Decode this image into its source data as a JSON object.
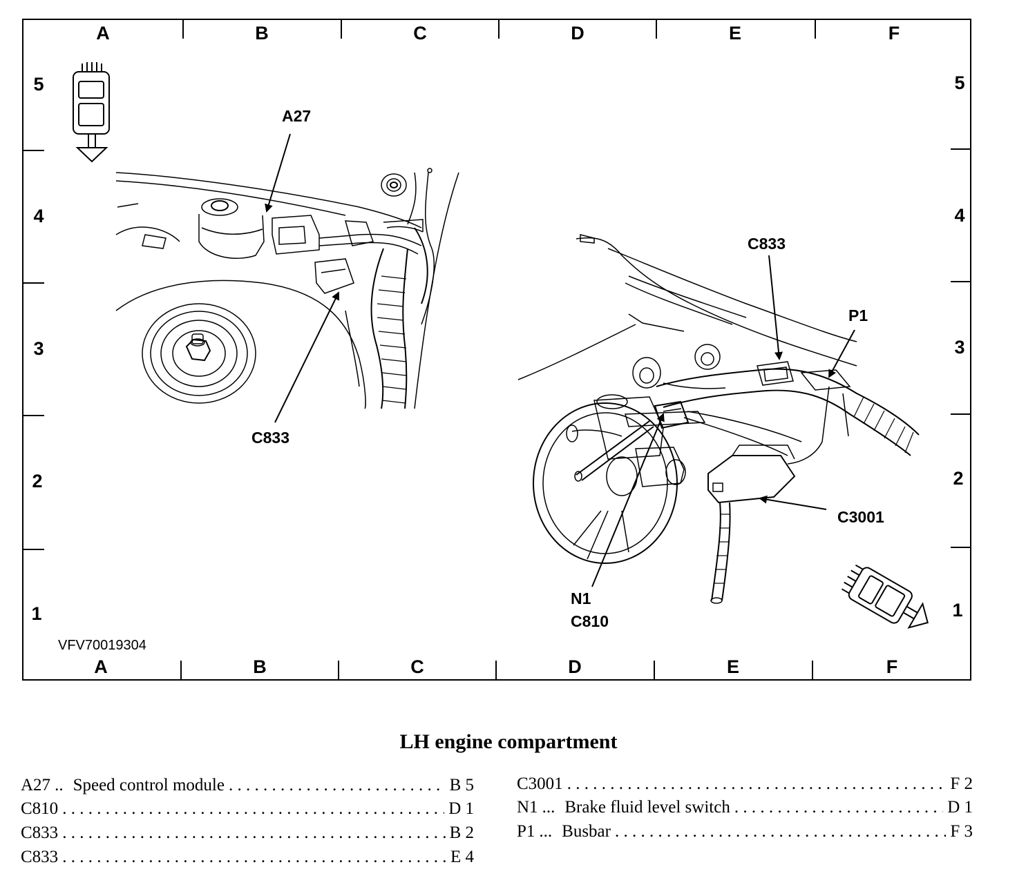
{
  "grid": {
    "columns": [
      "A",
      "B",
      "C",
      "D",
      "E",
      "F"
    ],
    "rows": [
      "5",
      "4",
      "3",
      "2",
      "1"
    ]
  },
  "figure_code": "VFV70019304",
  "callouts": {
    "a27": "A27",
    "c833_left": "C833",
    "c833_right": "C833",
    "p1": "P1",
    "c3001": "C3001",
    "n1": "N1",
    "c810": "C810"
  },
  "caption": "LH engine compartment",
  "legend": {
    "left": [
      {
        "code": "A27",
        "prefix": "..",
        "desc": "Speed control module",
        "loc": "B 5"
      },
      {
        "code": "C810",
        "prefix": "",
        "desc": "",
        "loc": "D 1"
      },
      {
        "code": "C833",
        "prefix": "",
        "desc": "",
        "loc": "B 2"
      },
      {
        "code": "C833",
        "prefix": "",
        "desc": "",
        "loc": "E 4"
      }
    ],
    "right": [
      {
        "code": "C3001",
        "prefix": "",
        "desc": "",
        "loc": "F 2"
      },
      {
        "code": "N1",
        "prefix": "...",
        "desc": "Brake fluid level switch",
        "loc": "D 1"
      },
      {
        "code": "P1",
        "prefix": "...",
        "desc": "Busbar",
        "loc": "F 3"
      }
    ]
  }
}
